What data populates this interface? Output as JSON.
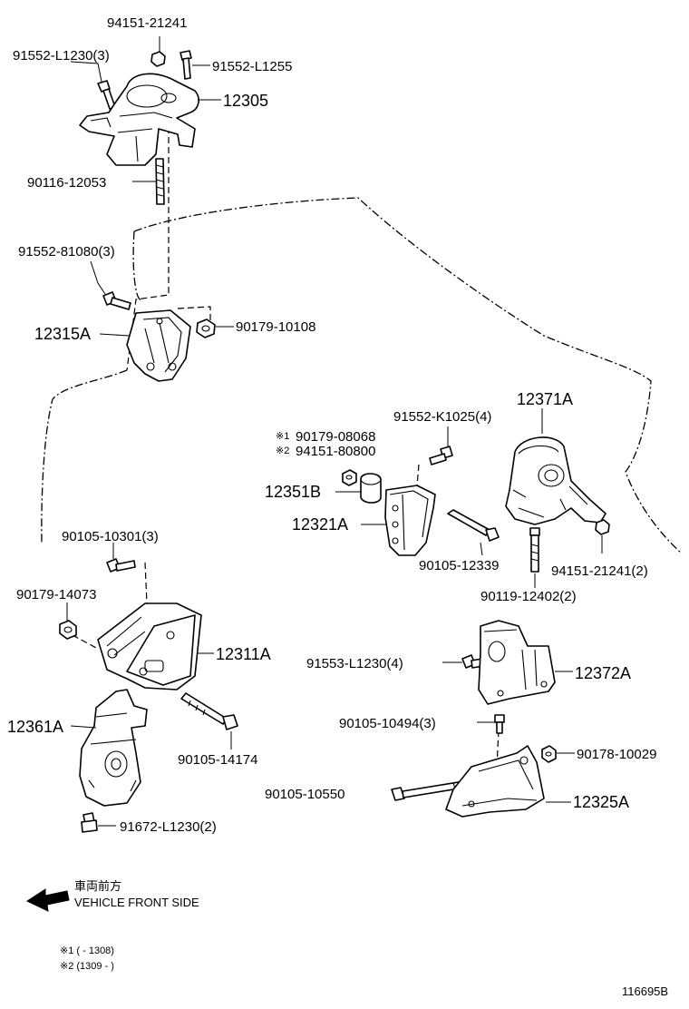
{
  "labels": {
    "p94151_21241": "94151-21241",
    "p91552_L1230_3": "91552-L1230(3)",
    "p91552_L1255": "91552-L1255",
    "p12305": "12305",
    "p90116_12053": "90116-12053",
    "p91552_81080_3": "91552-81080(3)",
    "p12315A": "12315A",
    "p90179_10108": "90179-10108",
    "p12371A": "12371A",
    "p91552_K1025_4": "91552-K1025(4)",
    "p90179_08068": "90179-08068",
    "p94151_80800": "94151-80800",
    "note_mark1": "※1",
    "note_mark2": "※2",
    "p12351B": "12351B",
    "p12321A": "12321A",
    "p90105_12339": "90105-12339",
    "p94151_21241_2": "94151-21241(2)",
    "p90119_12402_2": "90119-12402(2)",
    "p90105_10301_3": "90105-10301(3)",
    "p90179_14073": "90179-14073",
    "p12311A": "12311A",
    "p91553_L1230_4": "91553-L1230(4)",
    "p12372A": "12372A",
    "p12361A": "12361A",
    "p90105_10494_3": "90105-10494(3)",
    "p90105_14174": "90105-14174",
    "p90178_10029": "90178-10029",
    "p90105_10550": "90105-10550",
    "p12325A": "12325A",
    "p91672_L1230_2": "91672-L1230(2)"
  },
  "legend": {
    "front_jp": "車両前方",
    "front_en": "VEHICLE FRONT SIDE",
    "note1": "※1 (        - 1308)",
    "note2": "※2 (1309 -         )"
  },
  "diagram_id": "116695B"
}
